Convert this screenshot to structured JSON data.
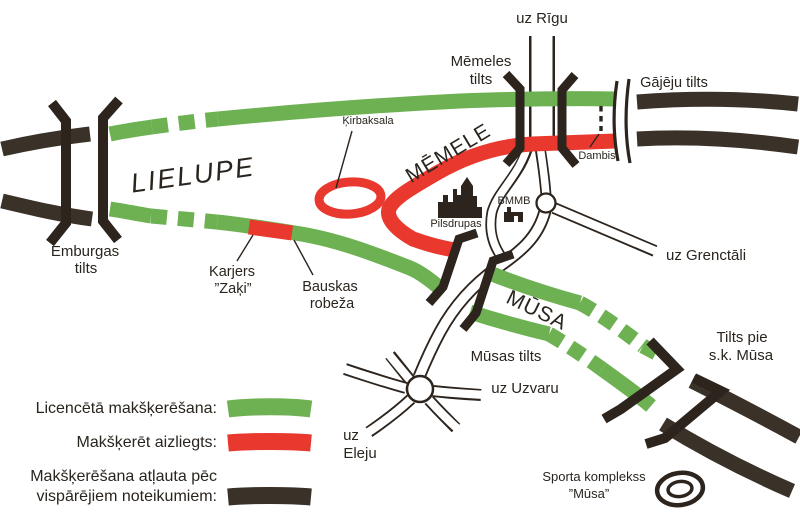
{
  "rivers": {
    "lielupe": "LIELUPE",
    "memele": "MĒMELE",
    "musa": "MŪSA"
  },
  "labels": {
    "uz_rigu": "uz Rīgu",
    "memeles_tilts_1": "Mēmeles",
    "memeles_tilts_2": "tilts",
    "gajeju_tilts": "Gājēju tilts",
    "kirbaksala": "Ķirbaksala",
    "dambis": "Dambis",
    "emburgas_1": "Emburgas",
    "emburgas_2": "tilts",
    "karjers_1": "Karjers",
    "karjers_2": "”Zaķi”",
    "bauskas_1": "Bauskas",
    "bauskas_2": "robeža",
    "pilsdrupas": "Pilsdrupas",
    "bmmb": "BMMB",
    "uz_grenctali": "uz Grenctāli",
    "musas_tilts": "Mūsas tilts",
    "uz_uzvaru": "uz Uzvaru",
    "uz_eleju_1": "uz",
    "uz_eleju_2": "Eleju",
    "tilts_pie_1": "Tilts pie",
    "tilts_pie_2": "s.k. Mūsa",
    "sporta_1": "Sporta komplekss",
    "sporta_2": "”Mūsa”"
  },
  "legend": {
    "licensed": "Licencētā makšķerēšana:",
    "forbidden": "Makšķerēt aizliegts:",
    "general_1": "Makšķerēšana atļauta pēc",
    "general_2": "vispārējiem noteikumiem:"
  },
  "colors": {
    "licensed_green": "#6DB152",
    "forbidden_red": "#E9382E",
    "general_dark": "#3A3129",
    "outline_dark": "#2C241D",
    "text": "#2A241E",
    "background": "#FFFFFF"
  }
}
